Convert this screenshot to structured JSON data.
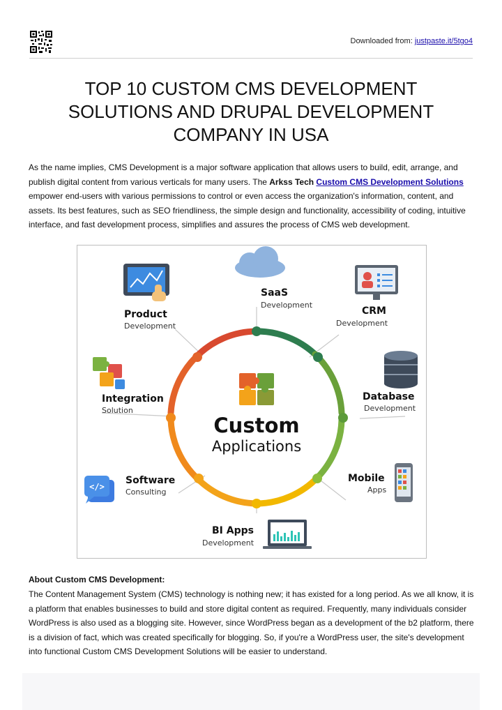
{
  "header": {
    "downloaded_prefix": "Downloaded from: ",
    "downloaded_link": "justpaste.it/5tgo4"
  },
  "title": "TOP 10 CUSTOM CMS DEVELOPMENT SOLUTIONS AND DRUPAL DEVELOPMENT COMPANY IN USA",
  "intro": {
    "text_1": "As the name implies, CMS Development is a major software application that allows users to build, edit, arrange, and publish digital content from various verticals for many users. The ",
    "company": "Arkss Tech",
    "link": "Custom CMS Development Solutions",
    "text_2": " empower end-users with various permissions to control or even access the organization's information, content, and assets. Its best features, such as SEO friendliness, the simple design and functionality, accessibility of coding, intuitive interface, and fast development process, simplifies and assures the process of CMS web development."
  },
  "figure": {
    "center_title": "Custom",
    "center_subtitle": "Applications",
    "saas": {
      "title": "SaaS",
      "subtitle": "Development"
    },
    "crm": {
      "title": "CRM",
      "subtitle": "Development"
    },
    "database": {
      "title": "Database",
      "subtitle": "Development"
    },
    "mobile": {
      "title": "Mobile",
      "subtitle": "Apps"
    },
    "bi": {
      "title": "BI Apps",
      "subtitle": "Development"
    },
    "software": {
      "title": "Software",
      "subtitle": "Consulting"
    },
    "integration": {
      "title": "Integration",
      "subtitle": "Solution"
    },
    "product": {
      "title": "Product",
      "subtitle": "Development"
    },
    "code_glyph": "</>"
  },
  "about": {
    "heading": "About Custom CMS Development:",
    "text": "The Content Management System (CMS) technology is nothing new; it has existed for a long period. As we all know, it is a platform that enables businesses to build and store digital content as required. Frequently, many individuals consider WordPress is also used as a blogging site. However, since WordPress began as a development of the b2 platform, there is a division of fact, which was created specifically for blogging. So, if you're a WordPress user, the site's development into functional Custom CMS Development Solutions will be easier to understand."
  }
}
